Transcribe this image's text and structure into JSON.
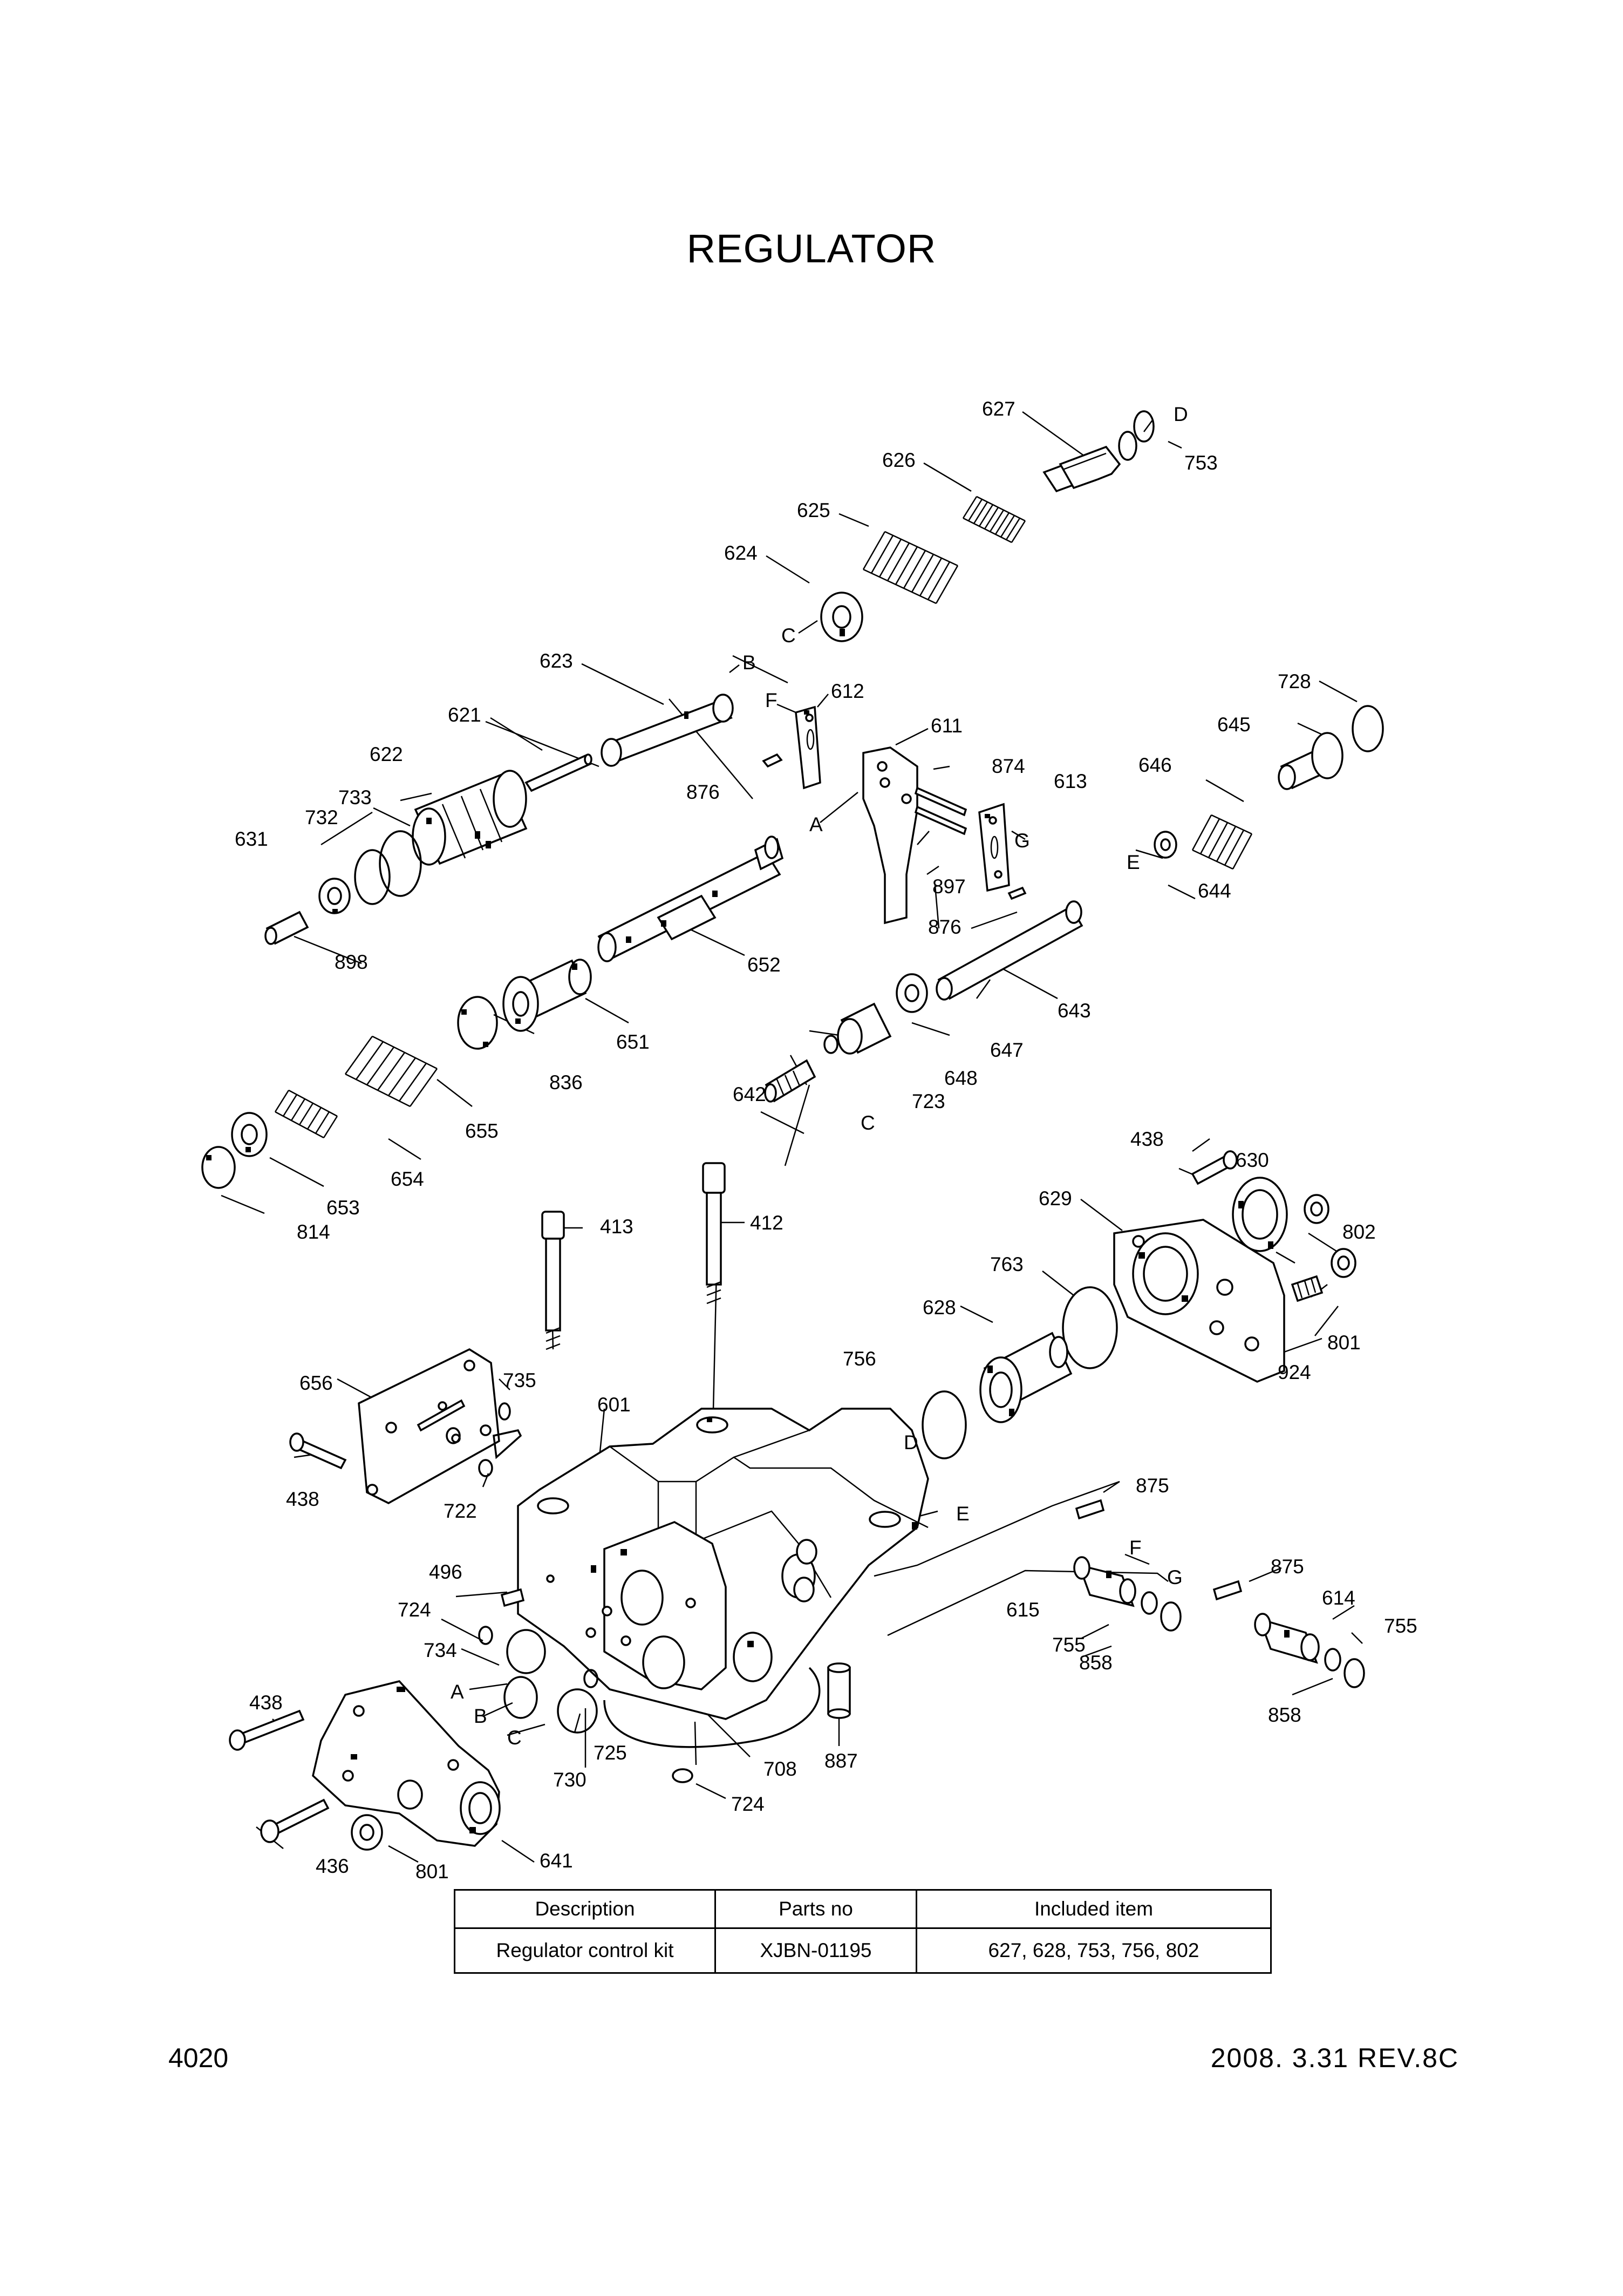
{
  "title": "REGULATOR",
  "page_number": "4020",
  "revision": "2008. 3.31  REV.8C",
  "table": {
    "headers": [
      "Description",
      "Parts no",
      "Included item"
    ],
    "rows": [
      [
        "Regulator control  kit",
        "XJBN-01195",
        "627, 628, 753, 756, 802"
      ]
    ]
  },
  "callouts": [
    "627",
    "D",
    "753",
    "626",
    "625",
    "624",
    "C",
    "623",
    "B",
    "612",
    "F",
    "611",
    "621",
    "622",
    "876",
    "874",
    "613",
    "A",
    "G",
    "897",
    "876",
    "733",
    "732",
    "631",
    "898",
    "652",
    "651",
    "836",
    "655",
    "654",
    "653",
    "814",
    "728",
    "645",
    "646",
    "E",
    "644",
    "643",
    "647",
    "648",
    "723",
    "642",
    "C",
    "438",
    "630",
    "802",
    "629",
    "763",
    "628",
    "756",
    "924",
    "801",
    "413",
    "412",
    "656",
    "735",
    "601",
    "D",
    "E",
    "438",
    "722",
    "875",
    "F",
    "496",
    "G",
    "875",
    "615",
    "614",
    "724",
    "755",
    "858",
    "755",
    "858",
    "734",
    "A",
    "B",
    "C",
    "725",
    "730",
    "708",
    "887",
    "438",
    "724",
    "641",
    "436",
    "801"
  ]
}
